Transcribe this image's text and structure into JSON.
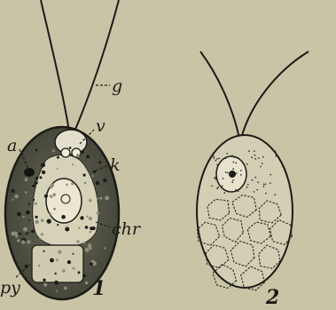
{
  "figure_1": {
    "number": "1",
    "labels": {
      "g": "g",
      "v": "v",
      "a": "a",
      "k": "k",
      "chr": "chr",
      "py": "py"
    }
  },
  "figure_2": {
    "number": "2"
  },
  "colors": {
    "paper": "#c9c4a6",
    "ink": "#1c1b16",
    "cell_dark": "#4f5043",
    "cell_inner": "#dcd8c0"
  }
}
